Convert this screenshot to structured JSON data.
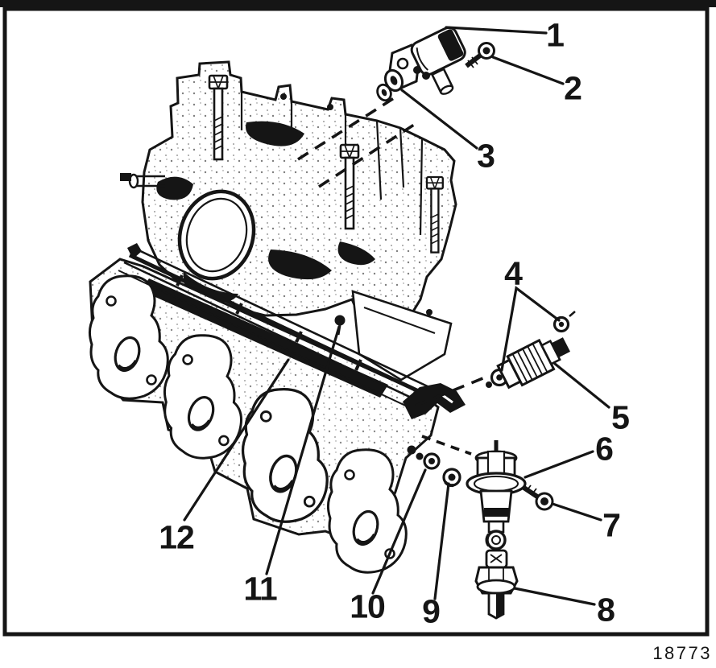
{
  "figure": {
    "number": "18773"
  },
  "diagram": {
    "callouts": [
      "1",
      "2",
      "3",
      "4",
      "5",
      "6",
      "7",
      "8",
      "9",
      "10",
      "11",
      "12"
    ]
  },
  "colors": {
    "ink": "#151515",
    "paper": "#ffffff"
  }
}
